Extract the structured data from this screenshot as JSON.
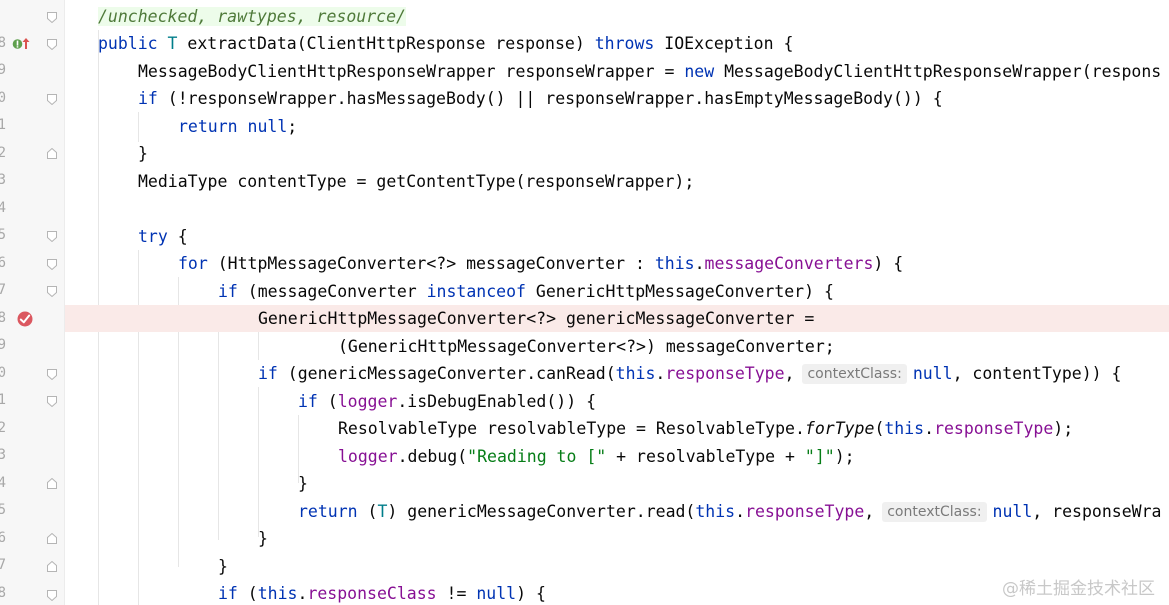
{
  "gutter": {
    "line_numbers": [
      "",
      "8",
      "9",
      "0",
      "1",
      "2",
      "3",
      "4",
      "5",
      "6",
      "7",
      "8",
      "9",
      "0",
      "1",
      "2",
      "3",
      "4",
      "5",
      "6",
      "7",
      "8"
    ]
  },
  "code": {
    "line1": {
      "comment": "/unchecked, rawtypes, resource/"
    },
    "line2": {
      "public": "public",
      "t": "T",
      "signature": " extractData(ClientHttpResponse response) ",
      "throws": "throws",
      "exception": " IOException {"
    },
    "line3": {
      "decl": "MessageBodyClientHttpResponseWrapper responseWrapper = ",
      "new": "new",
      "ctor": " MessageBodyClientHttpResponseWrapper(respons"
    },
    "line4": {
      "if": "if",
      "cond": " (!responseWrapper.hasMessageBody() || responseWrapper.hasEmptyMessageBody()) {"
    },
    "line5": {
      "return": "return",
      "null": "null",
      "semi": ";"
    },
    "line6": {
      "brace": "}"
    },
    "line7": {
      "stmt": "MediaType contentType = getContentType(responseWrapper);"
    },
    "line9": {
      "try": "try",
      "brace": " {"
    },
    "line10": {
      "for": "for",
      "head": " (HttpMessageConverter<?> messageConverter : ",
      "this": "this",
      "dot": ".",
      "field": "messageConverters",
      "tail": ") {"
    },
    "line11": {
      "if": "if",
      "head": " (messageConverter ",
      "instanceof": "instanceof",
      "tail": " GenericHttpMessageConverter) {"
    },
    "line12": {
      "stmt": "GenericHttpMessageConverter<?> genericMessageConverter ="
    },
    "line13": {
      "stmt": "(GenericHttpMessageConverter<?>) messageConverter;"
    },
    "line14": {
      "if": "if",
      "head": " (genericMessageConverter.canRead(",
      "this": "this",
      "dot": ".",
      "field": "responseType",
      "comma": ",",
      "hint": "contextClass:",
      "null": "null",
      "tail": ", contentType)) {"
    },
    "line15": {
      "if": "if",
      "open": " (",
      "logger": "logger",
      "tail": ".isDebugEnabled()) {"
    },
    "line16": {
      "decl": "ResolvableType resolvableType = ResolvableType.",
      "method": "forType",
      "open": "(",
      "this": "this",
      "dot": ".",
      "field": "responseType",
      "tail": ");"
    },
    "line17": {
      "logger": "logger",
      "call": ".debug(",
      "str1": "\"Reading to [\"",
      "mid": " + resolvableType + ",
      "str2": "\"]\"",
      "tail": ");"
    },
    "line18": {
      "brace": "}"
    },
    "line19": {
      "return": "return",
      "open": " (",
      "t": "T",
      "call": ") genericMessageConverter.read(",
      "this": "this",
      "dot": ".",
      "field": "responseType",
      "comma": ",",
      "hint": "contextClass:",
      "null": "null",
      "tail": ", responseWra"
    },
    "line20": {
      "brace": "}"
    },
    "line21": {
      "brace": "}"
    },
    "line22": {
      "if": "if",
      "open": " (",
      "this": "this",
      "dot": ".",
      "field": "responseClass",
      "op": " != ",
      "null": "null",
      "tail": ") {"
    }
  },
  "watermark": "@稀土掘金技术社区",
  "colors": {
    "keyword": "#0033b3",
    "field": "#871094",
    "string": "#067d17",
    "type_param": "#007e8a",
    "breakpoint": "#db5860",
    "highlight_line": "#faeae8"
  },
  "icons": {
    "implements": "implementing-method-icon",
    "breakpoint": "breakpoint-icon",
    "fold": "fold-marker-icon"
  }
}
